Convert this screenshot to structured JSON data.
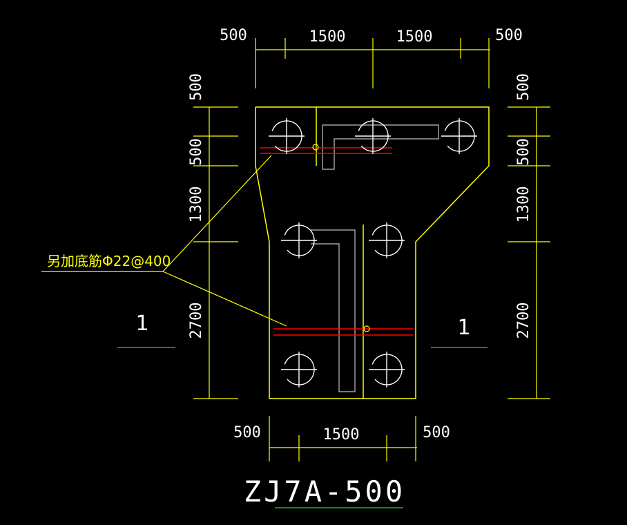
{
  "drawing": {
    "title": "ZJ7A-500",
    "note": "另加底筋Φ22@400",
    "section_left": "1",
    "section_right": "1",
    "top_dims": [
      "500",
      "1500",
      "1500",
      "500"
    ],
    "bottom_dims": [
      "500",
      "1500",
      "500"
    ],
    "left_dims": [
      "500",
      "500",
      "1300",
      "2700"
    ],
    "right_dims": [
      "500",
      "500",
      "1300",
      "2700"
    ],
    "colors": {
      "background": "#000000",
      "outline": "#ffff00",
      "rebar": "#ff0000",
      "underline": "#00cc00",
      "pile": "#ffffff",
      "beam": "#c0c0c0"
    }
  }
}
